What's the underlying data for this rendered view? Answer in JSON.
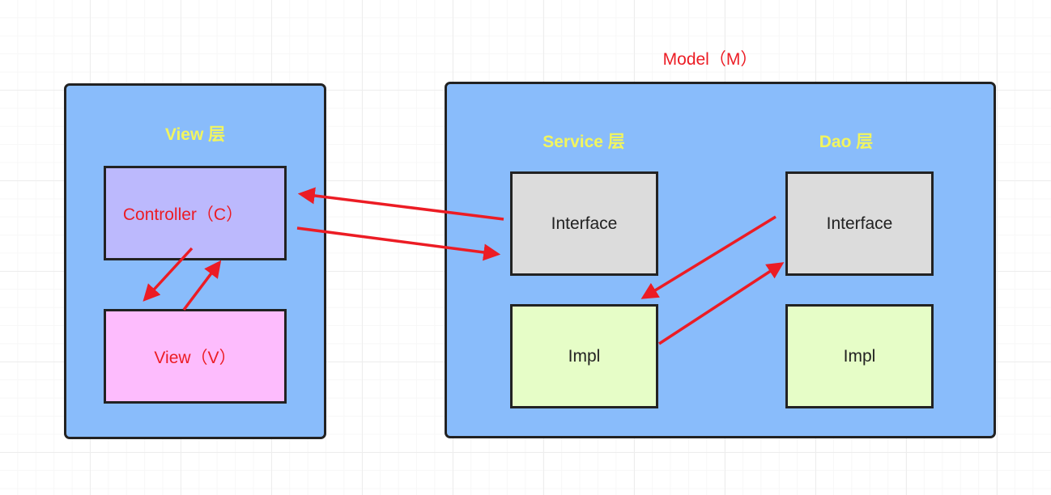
{
  "labels": {
    "model": "Model（M）",
    "view_layer": "View 层",
    "service_layer": "Service 层",
    "dao_layer": "Dao 层"
  },
  "boxes": {
    "controller": "Controller（C）",
    "view": "View（V）",
    "service_interface": "Interface",
    "service_impl": "Impl",
    "dao_interface": "Interface",
    "dao_impl": "Impl"
  },
  "colors": {
    "layer_fill": "#89bcfb",
    "controller_fill": "#bcb9fd",
    "view_fill": "#fdbcfd",
    "interface_fill": "#dcdcdc",
    "impl_fill": "#e6fdc7",
    "arrow": "#ec1c24",
    "layer_label": "#f2f55e"
  }
}
